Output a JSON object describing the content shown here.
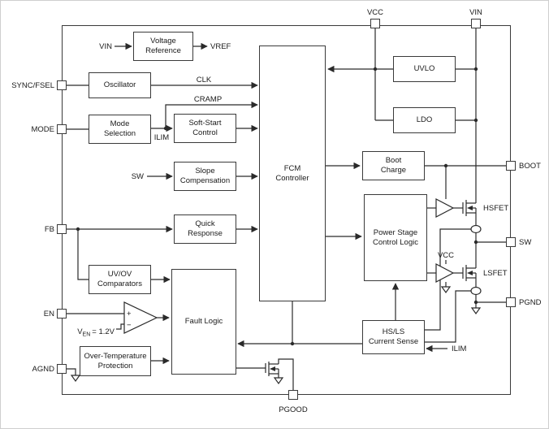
{
  "blocks": {
    "voltage_reference": "Voltage\nReference",
    "oscillator": "Oscillator",
    "mode_selection": "Mode\nSelection",
    "soft_start": "Soft-Start\nControl",
    "slope_comp": "Slope\nCompensation",
    "quick_response": "Quick\nResponse",
    "uv_ov": "UV/OV\nComparators",
    "fcm": "FCM\nController",
    "uvlo": "UVLO",
    "ldo": "LDO",
    "boot_charge": "Boot\nCharge",
    "power_stage": "Power Stage\nControl Logic",
    "fault_logic": "Fault Logic",
    "otp": "Over-Temperature\nProtection",
    "current_sense": "HS/LS\nCurrent Sense"
  },
  "pins": {
    "vcc": "VCC",
    "vin": "VIN",
    "sync_fsel": "SYNC/FSEL",
    "mode": "MODE",
    "fb": "FB",
    "en": "EN",
    "agnd": "AGND",
    "boot": "BOOT",
    "sw": "SW",
    "pgnd": "PGND",
    "pgood": "PGOOD"
  },
  "signals": {
    "vin_in": "VIN",
    "vref": "VREF",
    "clk": "CLK",
    "cramp": "CRAMP",
    "ilim": "ILIM",
    "sw_in": "SW",
    "ven_v": "V",
    "ven_sub": "EN",
    "ven_eq": "= 1.2V",
    "plus": "+",
    "minus": "−",
    "vcc_drv": "VCC",
    "ilim_cs": "ILIM",
    "hsfet": "HSFET",
    "lsfet": "LSFET"
  }
}
